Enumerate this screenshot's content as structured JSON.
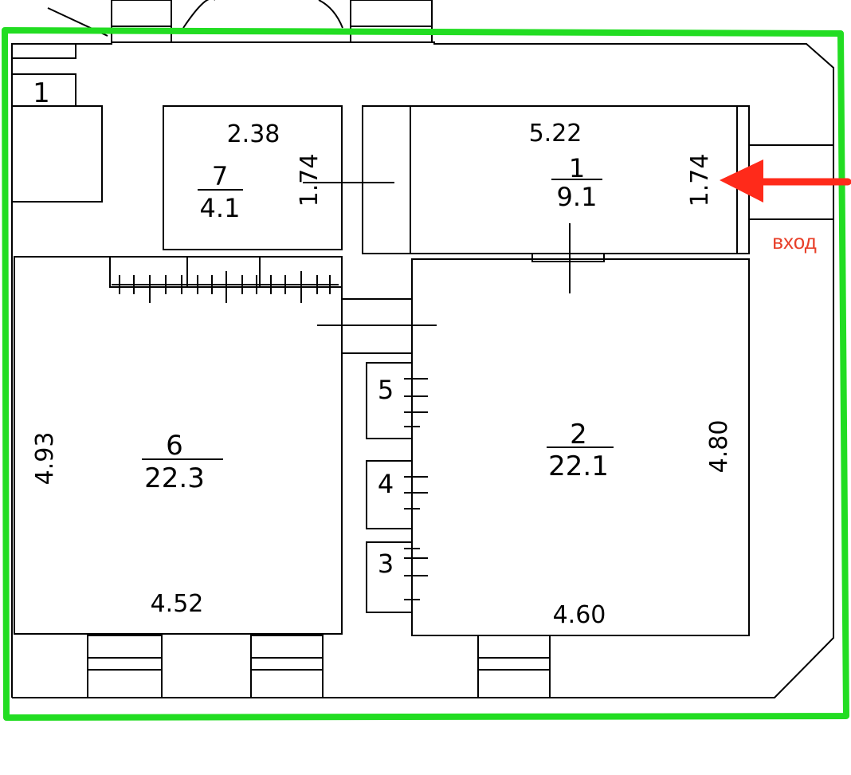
{
  "colors": {
    "lines": "#000000",
    "boundary": "#22dd22",
    "arrow": "#ff2a1a",
    "entrance_text": "#e8402a",
    "background": "#ffffff"
  },
  "entrance_label": "вход",
  "stair_number": "1",
  "rooms": [
    {
      "number": "7",
      "area": "4.1",
      "width": "2.38",
      "length": "1.74"
    },
    {
      "number": "1",
      "area": "9.1",
      "width": "5.22",
      "length": "1.74"
    },
    {
      "number": "6",
      "area": "22.3",
      "width": "4.52",
      "length": "4.93"
    },
    {
      "number": "2",
      "area": "22.1",
      "width": "4.60",
      "length": "4.80"
    },
    {
      "number": "5"
    },
    {
      "number": "4"
    },
    {
      "number": "3"
    }
  ],
  "icons": {
    "arrow": "arrow-left-icon"
  }
}
